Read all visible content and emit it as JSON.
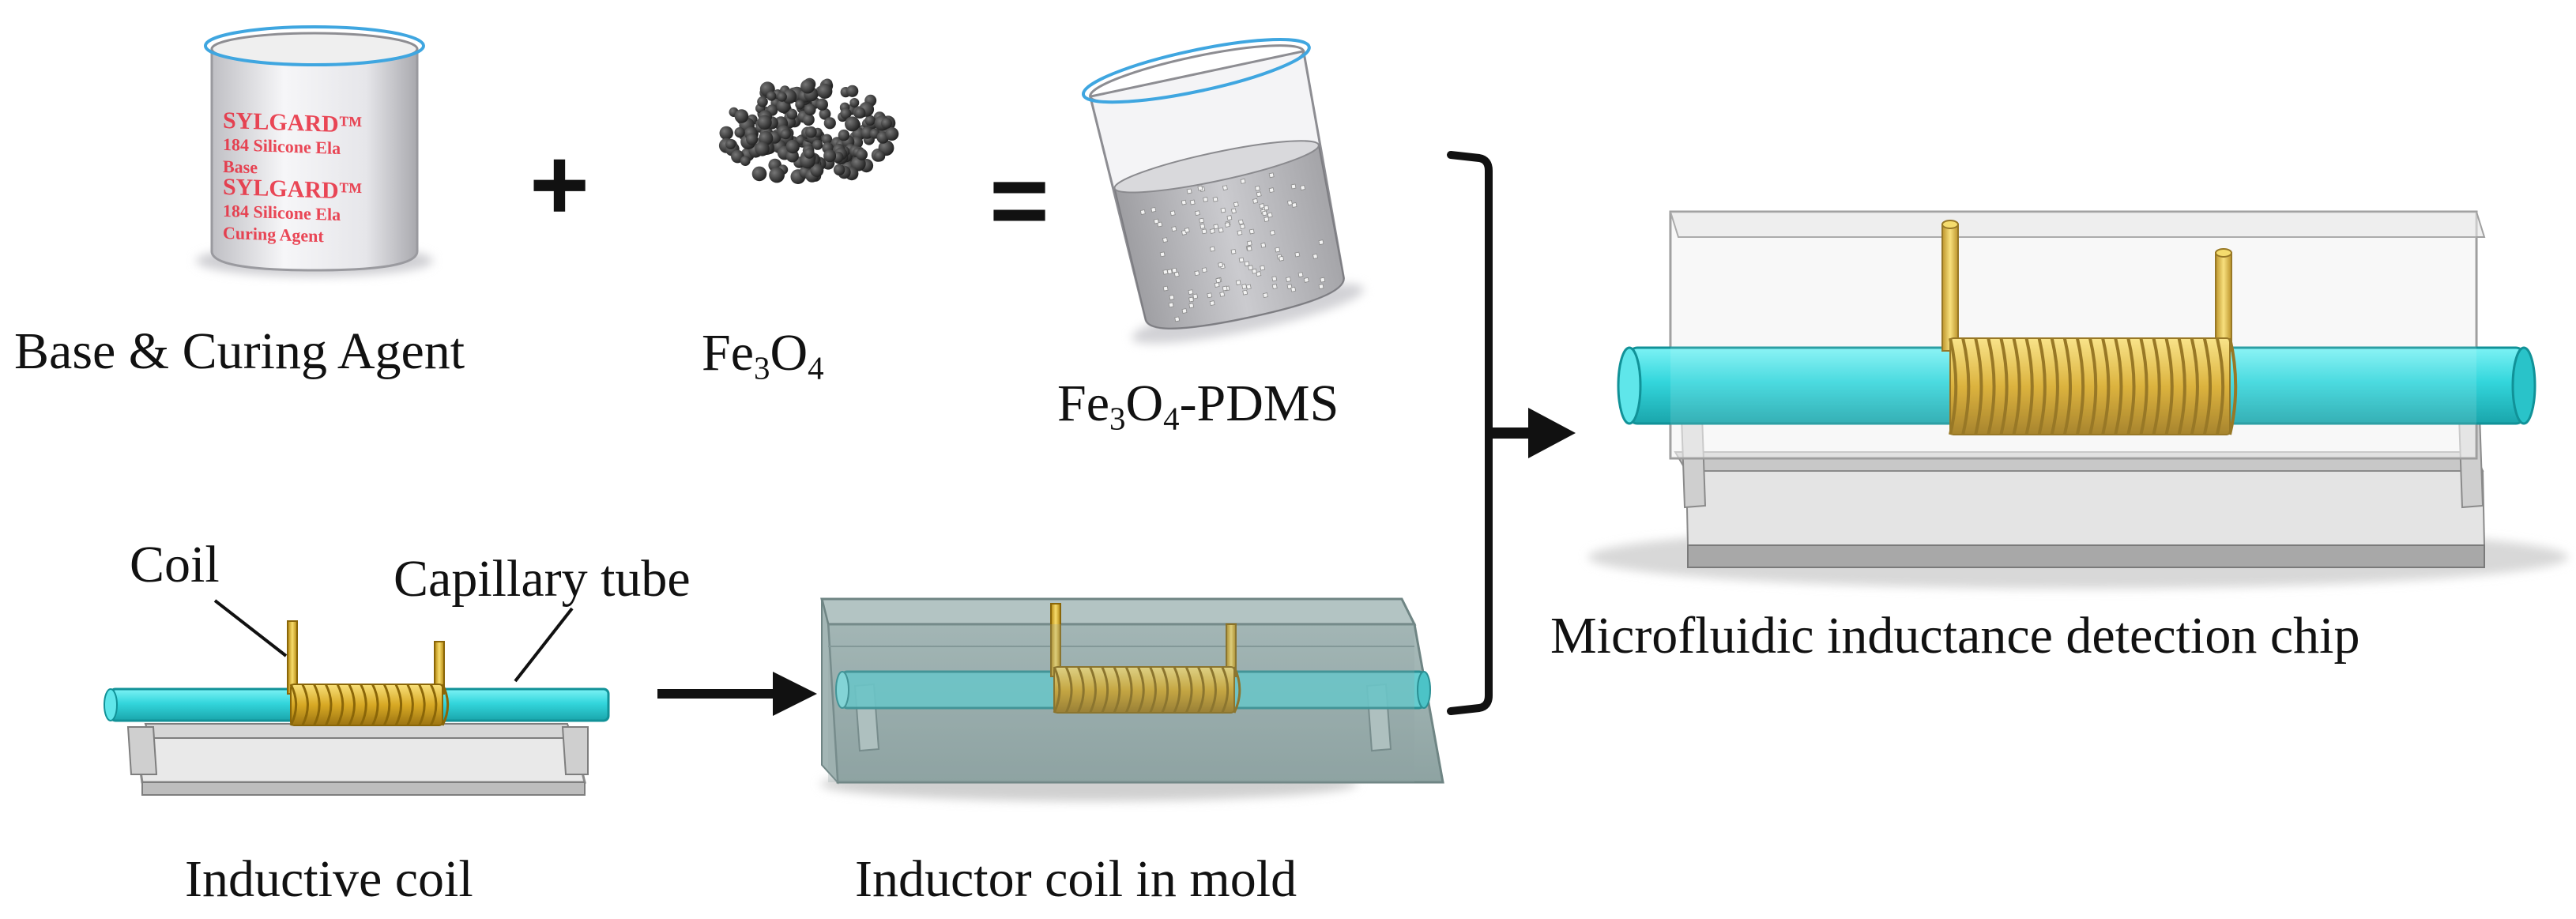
{
  "labels": {
    "base_curing": "Base & Curing Agent",
    "fe3o4": {
      "pre": "Fe",
      "sub1": "3",
      "mid": "O",
      "sub2": "4"
    },
    "fe3o4_pdms": {
      "pre": "Fe",
      "sub1": "3",
      "mid": "O",
      "sub2": "4",
      "post": "-PDMS"
    },
    "coil": "Coil",
    "capillary_tube": "Capillary tube",
    "inductive_coil": "Inductive coil",
    "inductor_in_mold": "Inductor coil in mold",
    "chip": "Microfluidic inductance detection chip"
  },
  "symbols": {
    "plus": "+",
    "equals": "="
  },
  "beaker_print": [
    "SYLGARD™",
    "184 Silicone Ela",
    "Base",
    "SYLGARD™",
    "184 Silicone Ela",
    "Curing Agent"
  ],
  "colors": {
    "tube": "#33d6dc",
    "coil": "#e2b52c",
    "mold": "#9fb3b2",
    "beaker_print": "#e8283a",
    "pdms_fill": "#bebebe",
    "particle": "#2f2f2f"
  }
}
